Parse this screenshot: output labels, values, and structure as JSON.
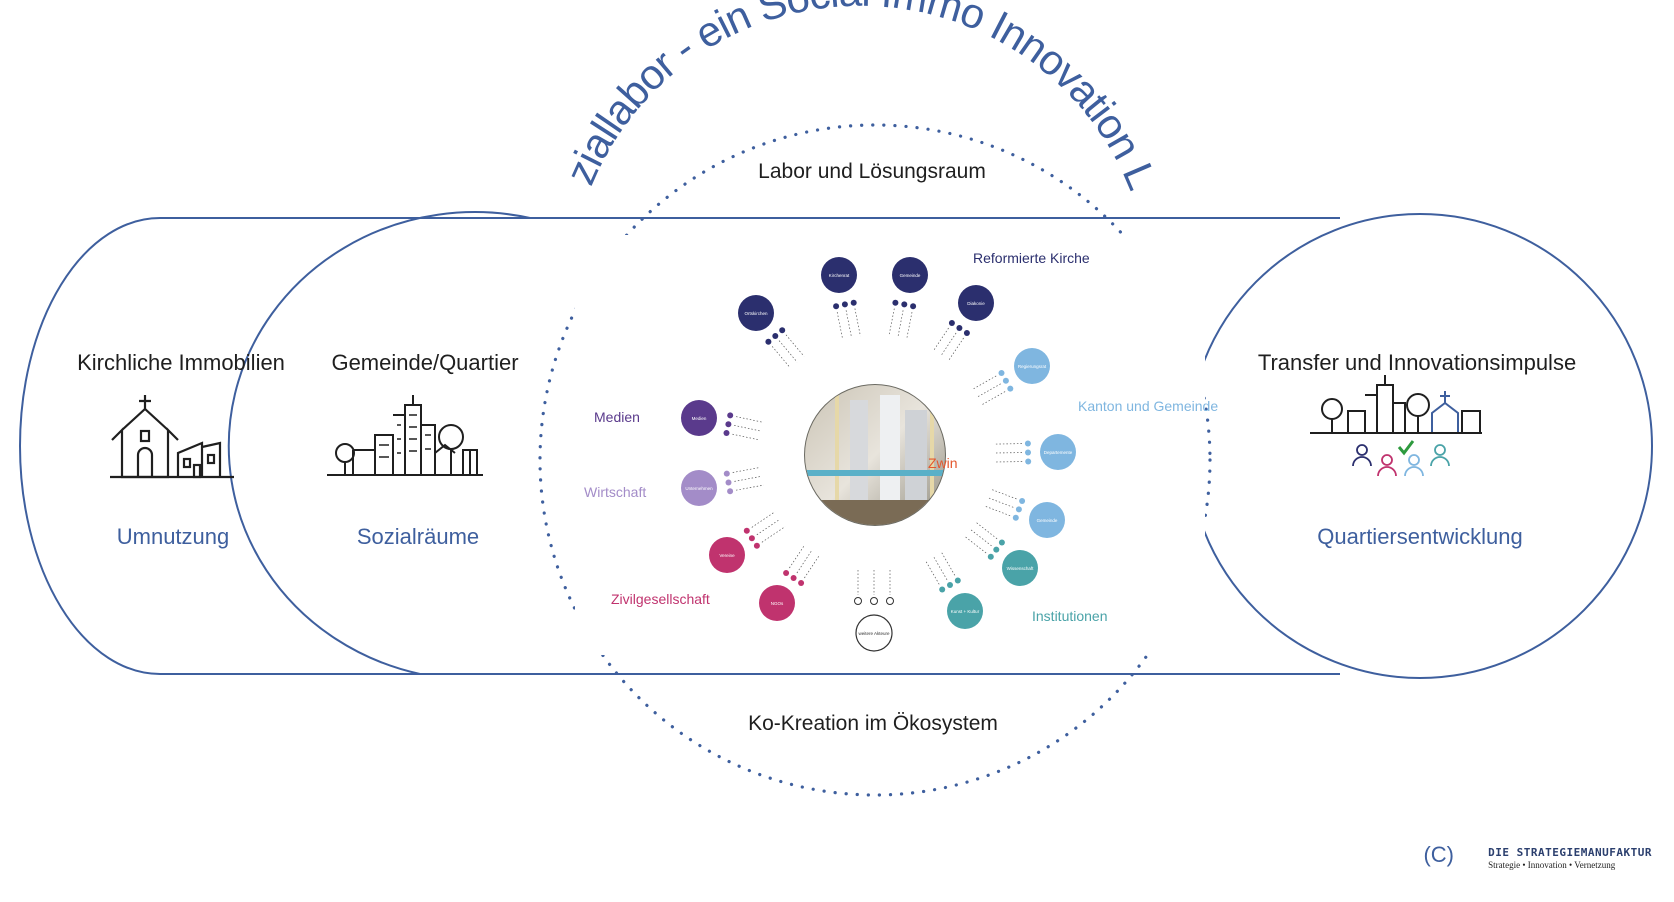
{
  "arc_title": "Soziallabor - ein Social Immo Innovation Lab",
  "center": {
    "top_label": "Labor und Lösungsraum",
    "bottom_label": "Ko-Kreation im Ökosystem",
    "core_text": "Zwin"
  },
  "panels": {
    "left": {
      "title": "Kirchliche Immobilien",
      "subtitle": "Umnutzung",
      "icon": "church-and-buildings-icon"
    },
    "middle": {
      "title": "Gemeinde/Quartier",
      "subtitle": "Sozialräume",
      "icon": "city-skyline-icon"
    },
    "right": {
      "title": "Transfer und Innovationsimpulse",
      "subtitle": "Quartiersentwicklung",
      "icon": "neighbourhood-people-icon"
    }
  },
  "groups": {
    "reformierte": "Reformierte Kirche",
    "kanton": "Kanton und Gemeinde",
    "institutionen": "Institutionen",
    "medien": "Medien",
    "wirtschaft": "Wirtschaft",
    "zivil": "Zivilgesellschaft"
  },
  "nodes": {
    "kirche_1": "Kirchenrat",
    "kirche_2": "Gemeinde",
    "kirche_3": "Diakonie",
    "kirche_4": "Ortskirchen",
    "kanton_1": "Regierungsrat",
    "kanton_2": "Departemente",
    "kanton_3": "Gemeinde",
    "inst_1": "Wissenschaft",
    "inst_2": "Kunst + Kultur",
    "medien_1": "Medien",
    "wirtschaft_1": "Unternehmen",
    "zivil_1": "Vereine",
    "zivil_2": "NGOs",
    "center_bottom": "weitere Akteure"
  },
  "footer": {
    "mark": "(C)",
    "brand": "DIE STRATEGIEMANUFAKTUR",
    "tagline": "Strategie • Innovation • Vernetzung"
  },
  "colors": {
    "frame_blue": "#3e5f9e",
    "church_navy": "#2b2f6e",
    "kanton_lightblue": "#7fb6e0",
    "institution_teal": "#4aa3a8",
    "media_purple": "#5a3a8c",
    "economy_lavender": "#a38cc8",
    "civil_magenta": "#c0336e"
  }
}
